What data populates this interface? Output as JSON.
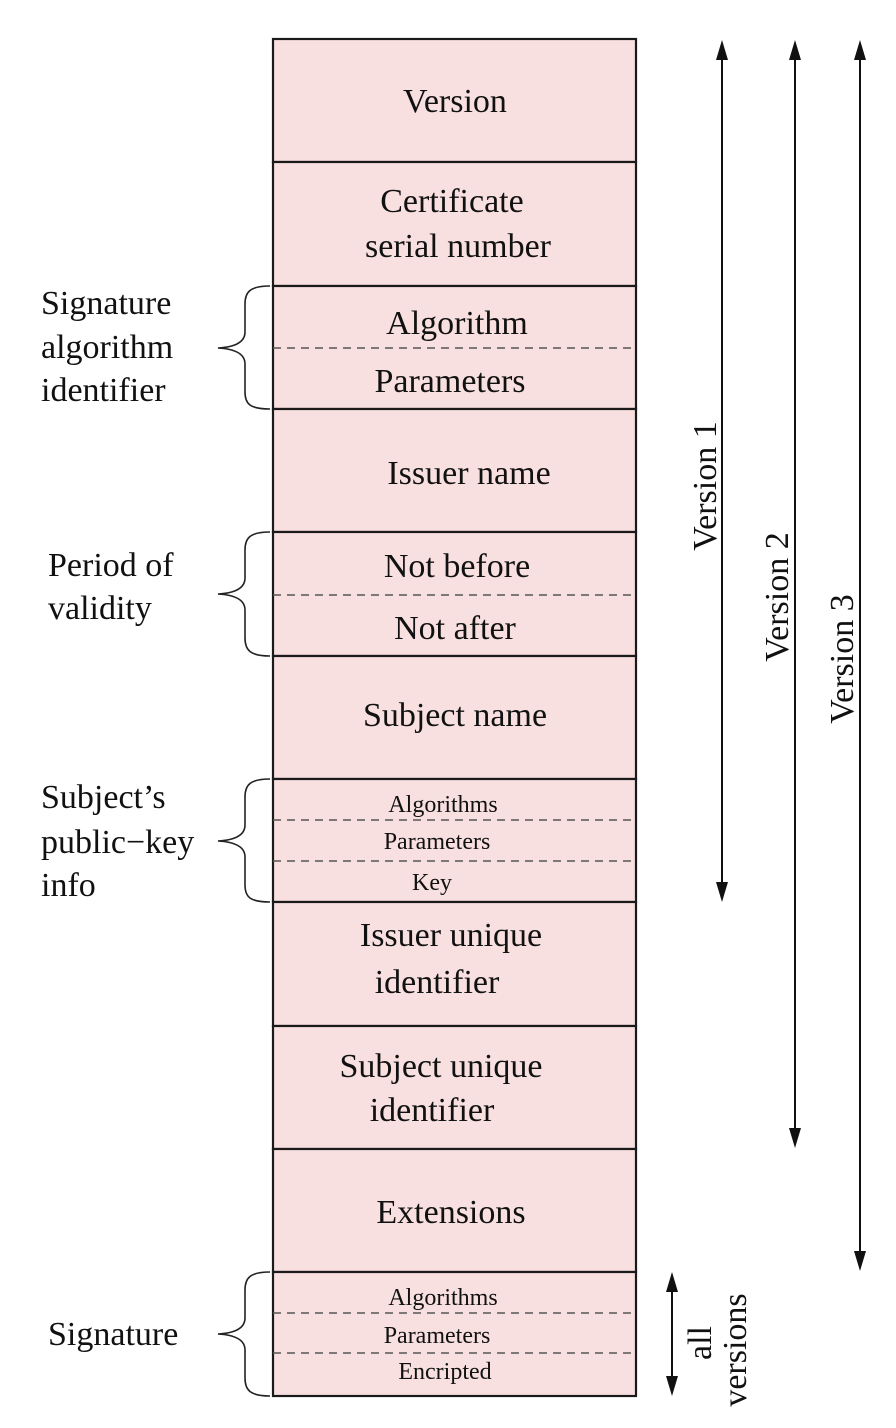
{
  "fields": {
    "version": "Version",
    "serial_line1": "Certificate",
    "serial_line2": "serial number",
    "sig_algorithm": "Algorithm",
    "sig_parameters": "Parameters",
    "issuer_name": "Issuer name",
    "not_before": "Not before",
    "not_after": "Not after",
    "subject_name": "Subject name",
    "pk_algorithms": "Algorithms",
    "pk_parameters": "Parameters",
    "pk_key": "Key",
    "issuer_uid_line1": "Issuer unique",
    "issuer_uid_line2": "identifier",
    "subject_uid_line1": "Subject unique",
    "subject_uid_line2": "identifier",
    "extensions": "Extensions",
    "signature_algorithms": "Algorithms",
    "signature_parameters": "Parameters",
    "signature_encripted": "Encripted"
  },
  "groups": {
    "sig_alg_id": [
      "Signature",
      "algorithm",
      "identifier"
    ],
    "validity": [
      "Period of",
      "validity"
    ],
    "pubkey_info": [
      "Subject’s",
      "public−key",
      "info"
    ],
    "signature": "Signature"
  },
  "versions": {
    "v1": "Version 1",
    "v2": "Version 2",
    "v3": "Version 3",
    "all_line1": "all",
    "all_line2": "versions"
  },
  "colors": {
    "cell_fill": "#f9e0e0",
    "stroke": "#1a1a1a"
  }
}
